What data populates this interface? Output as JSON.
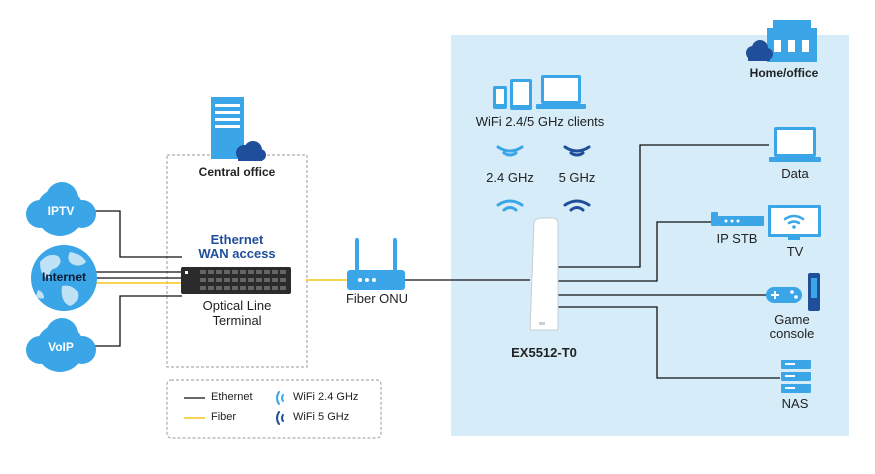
{
  "labels": {
    "home_office": "Home/office",
    "wifi_clients": "WiFi 2.4/5 GHz clients",
    "band_24": "2.4 GHz",
    "band_5": "5 GHz",
    "central_office": "Central office",
    "ethernet_wan_line1": "Ethernet",
    "ethernet_wan_line2": "WAN access",
    "olt_line1": "Optical Line",
    "olt_line2": "Terminal",
    "fiber_onu": "Fiber ONU",
    "router": "EX5512-T0",
    "iptv": "IPTV",
    "internet": "Internet",
    "voip": "VoIP",
    "data": "Data",
    "ip_stb": "IP STB",
    "tv": "TV",
    "game_line1": "Game",
    "game_line2": "console",
    "nas": "NAS"
  },
  "legend": {
    "ethernet": "Ethernet",
    "fiber": "Fiber",
    "wifi_24": "WiFi 2.4 GHz",
    "wifi_5": "WiFi 5 GHz"
  },
  "colors": {
    "home_bg": "#d6ecf8",
    "ethernet": "#111111",
    "fiber": "#f5c518",
    "wifi_24": "#3aa6e8",
    "wifi_5": "#1f4e9a",
    "device_blue": "#3aa6e8",
    "device_dark": "#1f4e9a",
    "cloud": "#3aa6e8"
  }
}
